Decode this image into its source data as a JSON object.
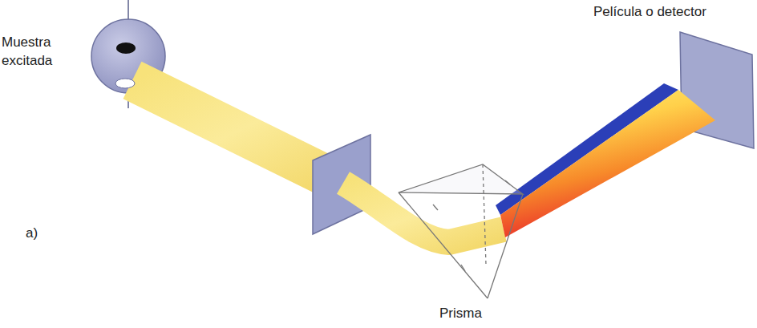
{
  "diagram": {
    "labels": [
      "Muestra excitada",
      "Película o detector",
      "Prisma",
      "a)"
    ]
  }
}
